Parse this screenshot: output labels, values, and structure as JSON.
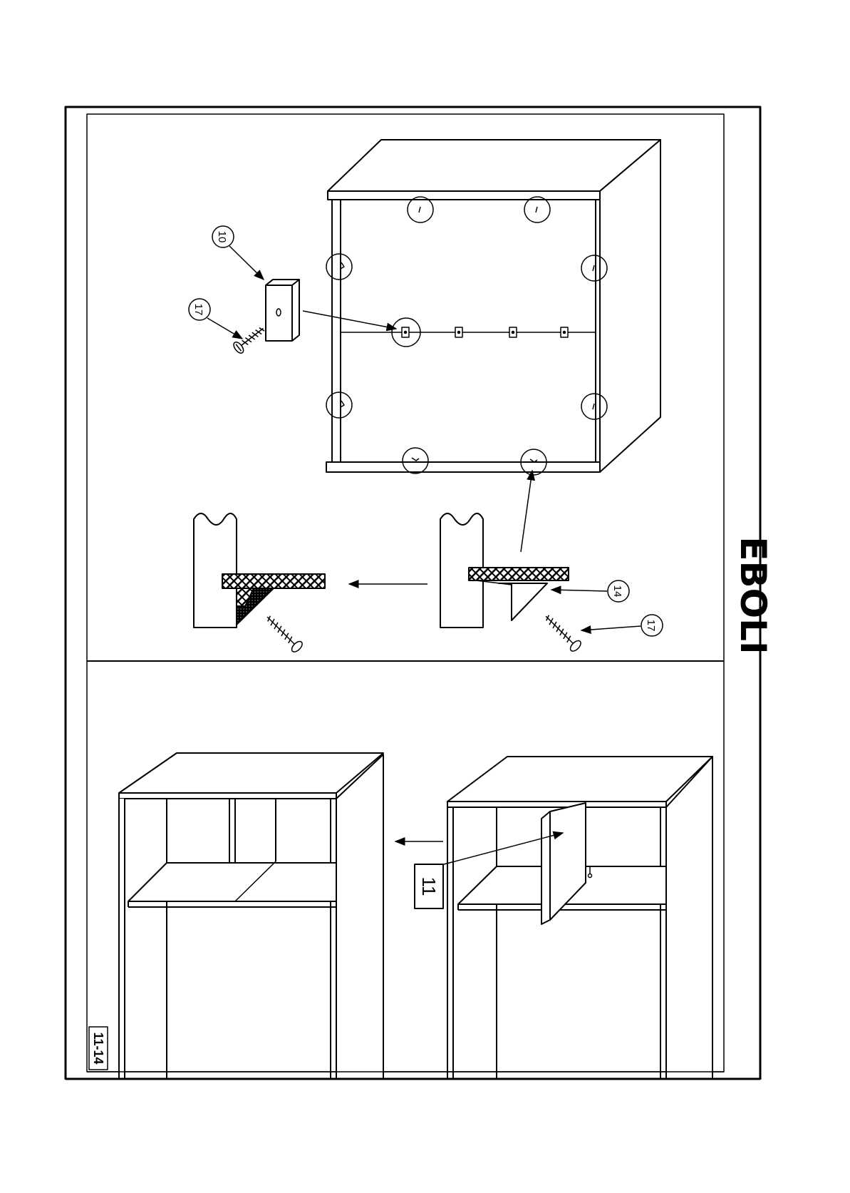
{
  "brand": {
    "title": "EBOLI"
  },
  "step": {
    "label": "11-14"
  },
  "callouts": {
    "bracket": "10",
    "screw_top": "17",
    "cleat": "14",
    "screw_detail": "17",
    "door": "11"
  },
  "colors": {
    "ink": "#000000",
    "paper": "#ffffff"
  }
}
